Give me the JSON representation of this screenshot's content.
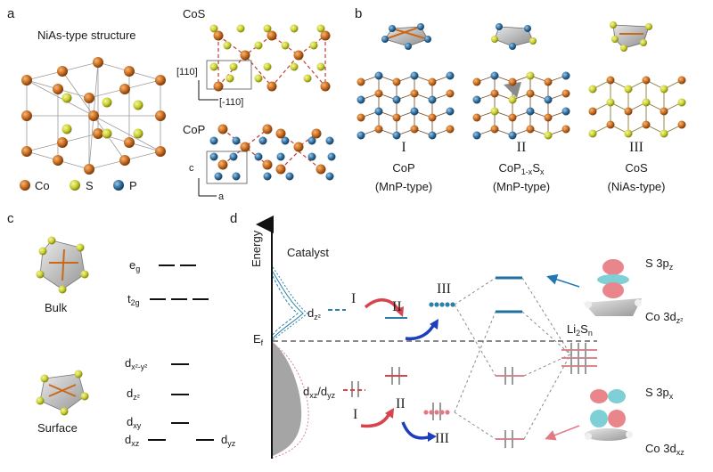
{
  "colors": {
    "co": "#c86a1e",
    "s": "#c9cf2e",
    "p": "#2f6fa0",
    "red": "#d9434b",
    "blue": "#1f77b4",
    "dash": "#c23a3a",
    "teal": "#2c7fa8",
    "pink": "#d9868c",
    "gray": "#7a7a7a"
  },
  "panel_a": {
    "letter": "a",
    "structure_title": "NiAs-type structure",
    "cos_label": "CoS",
    "axis_110": "[110]",
    "axis_m110": "[-110]",
    "cop_label": "CoP",
    "axis_c": "c",
    "axis_a": "a",
    "legend": [
      {
        "label": "Co",
        "icon": "co-atom-icon"
      },
      {
        "label": "S",
        "icon": "s-atom-icon"
      },
      {
        "label": "P",
        "icon": "p-atom-icon"
      }
    ]
  },
  "panel_b": {
    "letter": "b",
    "items": [
      {
        "roman": "I",
        "name": "CoP",
        "sub": "",
        "type": "(MnP-type)"
      },
      {
        "roman": "II",
        "name": "CoP",
        "sub": "1-x",
        "sub2": "S",
        "sub3": "x",
        "type": "(MnP-type)"
      },
      {
        "roman": "III",
        "name": "CoS",
        "sub": "",
        "type": "(NiAs-type)"
      }
    ]
  },
  "panel_c": {
    "letter": "c",
    "bulk": "Bulk",
    "surface": "Surface",
    "eg": "e",
    "eg_sub": "g",
    "t2g": "t",
    "t2g_sub": "2g",
    "dx2y2": "d",
    "dx2y2_sub": "x²-y²",
    "dz2": "d",
    "dz2_sub": "z²",
    "dxy": "d",
    "dxy_sub": "xy",
    "dxz": "d",
    "dxz_sub": "xz",
    "dyz": "d",
    "dyz_sub": "yz"
  },
  "panel_d": {
    "letter": "d",
    "energy": "Energy",
    "catalyst": "Catalyst",
    "ef": "E",
    "ef_sub": "f",
    "dz2": "d",
    "dz2_sub": "z²",
    "dxz_dyz": "d",
    "dxz_sub": "xz",
    "slash": "/d",
    "dyz_sub": "yz",
    "roman": [
      "I",
      "II",
      "III"
    ],
    "li2sn": "Li",
    "li2sn_sub": "2",
    "li2sn_s": "S",
    "li2sn_sub2": "n",
    "s3pz": "S 3p",
    "s3pz_sub": "z",
    "co3dz2": "Co 3d",
    "co3dz2_sub": "z²",
    "s3px": "S 3p",
    "s3px_sub": "x",
    "co3dxz": "Co 3d",
    "co3dxz_sub": "xz"
  }
}
